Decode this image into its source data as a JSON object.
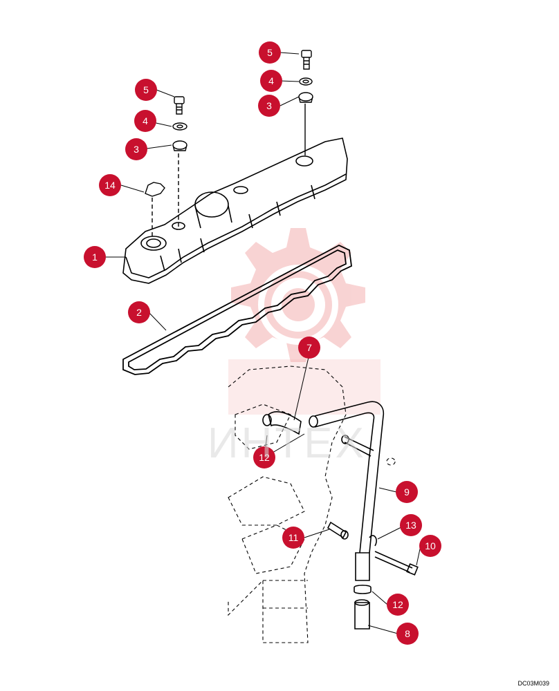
{
  "drawing_code": "DC03M039",
  "watermark": {
    "text": "ИНТЕХ",
    "color": "#f08a8a"
  },
  "callout_color": "#c8102e",
  "callouts": [
    "1",
    "2",
    "3",
    "3",
    "4",
    "4",
    "5",
    "5",
    "7",
    "8",
    "9",
    "10",
    "11",
    "12",
    "12",
    "13",
    "14"
  ]
}
